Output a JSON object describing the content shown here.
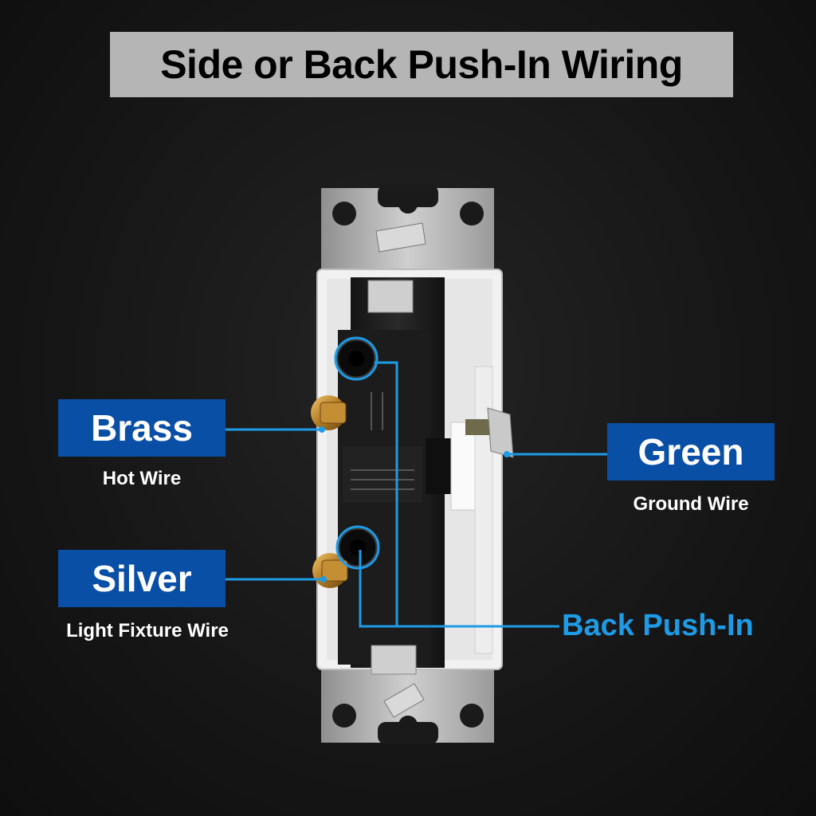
{
  "title": "Side or Back Push-In Wiring",
  "labels": {
    "brass": {
      "name": "Brass",
      "caption": "Hot Wire"
    },
    "silver": {
      "name": "Silver",
      "caption": "Light Fixture Wire"
    },
    "green": {
      "name": "Green",
      "caption": "Ground Wire"
    },
    "back_push_in": "Back Push-In"
  },
  "colors": {
    "label_box": "#0a4fa6",
    "callout_line": "#1e9be6",
    "title_bar": "#b5b5b5"
  }
}
